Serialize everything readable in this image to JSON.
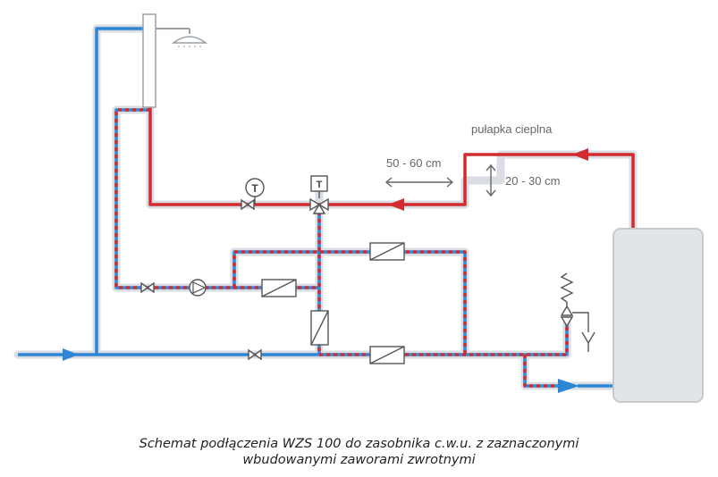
{
  "labels": {
    "heat_trap": "pułapka cieplna",
    "horizontal_distance": "50 - 60 cm",
    "vertical_distance": "20 - 30 cm",
    "thermometer_symbol": "T",
    "thermostatic_valve_symbol": "T"
  },
  "caption": {
    "line1": "Schemat podłączenia WZS 100 do zasobnika c.w.u. z zaznaczonymi",
    "line2": "wbudowanymi zaworami zwrotnymi"
  },
  "colors": {
    "hot_water": "#d12a2f",
    "cold_water": "#2e86d4",
    "circulation_red": "#d12a2f",
    "circulation_blue": "#2e86d4",
    "pipe_halo": "#d9dde3",
    "symbol_stroke": "#555555",
    "tank_fill": "#e3e4e6"
  }
}
